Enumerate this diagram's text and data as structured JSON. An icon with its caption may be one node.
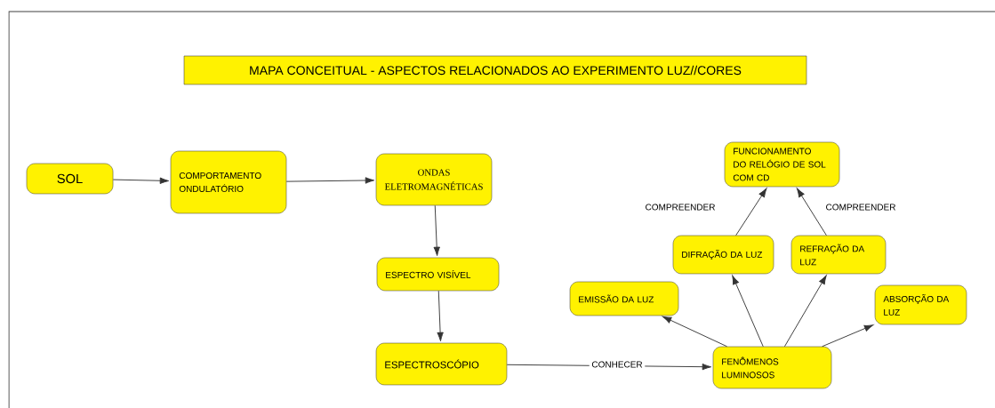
{
  "diagram": {
    "title": "MAPA CONCEITUAL - ASPECTOS RELACIONADOS AO EXPERIMENTO LUZ//CORES",
    "nodes": [
      {
        "text": [
          "SOL"
        ]
      },
      {
        "text": [
          "COMPORTAMENTO ONDULATÓRIO"
        ]
      },
      {
        "text": [
          "ONDAS ELETROMAGNÉTICAS"
        ]
      },
      {
        "text": [
          "ESPECTRO VISÍVEL"
        ]
      },
      {
        "text": [
          "ESPECTROSCÓPIO"
        ]
      },
      {
        "text": [
          "FENÔMENOS LUMINOSOS"
        ]
      },
      {
        "text": [
          "EMISSÃO DA LUZ"
        ]
      },
      {
        "text": [
          "DIFRAÇÃO DA LUZ"
        ]
      },
      {
        "text": [
          "REFRAÇÃO DA LUZ"
        ]
      },
      {
        "text": [
          "ABSORÇÃO DA LUZ"
        ]
      },
      {
        "text": [
          "FUNCIONAMENTO DO RELÓGIO DE SOL COM CD"
        ]
      }
    ],
    "edges": [
      {
        "from": 0,
        "to": 1,
        "arrow": "to"
      },
      {
        "from": 1,
        "to": 2,
        "arrow": "to"
      },
      {
        "from": 2,
        "to": 3,
        "arrow": "to"
      },
      {
        "from": 3,
        "to": 4,
        "arrow": "to"
      },
      {
        "from": 4,
        "to": 5,
        "arrow": "to",
        "label": "CONHECER"
      },
      {
        "from": 5,
        "to": 6,
        "arrow": "to"
      },
      {
        "from": 5,
        "to": 7,
        "arrow": "to"
      },
      {
        "from": 5,
        "to": 8,
        "arrow": "to"
      },
      {
        "from": 5,
        "to": 9,
        "arrow": "to"
      },
      {
        "from": 7,
        "to": 10,
        "arrow": "to",
        "label": "COMPREENDER"
      },
      {
        "from": 8,
        "to": 10,
        "arrow": "to",
        "label": "COMPREENDER"
      }
    ]
  }
}
